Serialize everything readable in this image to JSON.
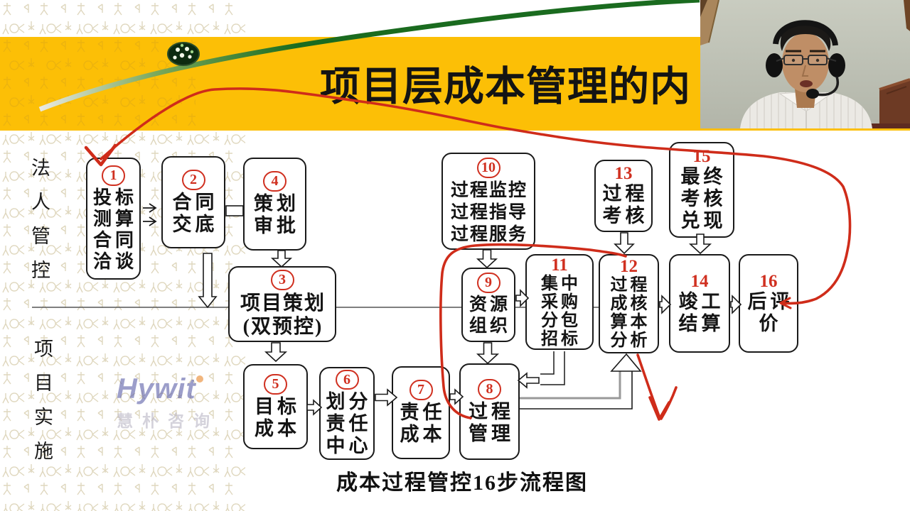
{
  "title": {
    "text": "项目层成本管理的内"
  },
  "zones": {
    "top_label": "法人管控",
    "bottom_label": "项目实施"
  },
  "caption": "成本过程管控16步流程图",
  "watermark": {
    "brand": "Hywit",
    "subtext": "慧朴咨询"
  },
  "flowchart": {
    "boxes": [
      {
        "step": "1",
        "circled": true,
        "lines": [
          "投标",
          "测算",
          "合同",
          "洽谈"
        ]
      },
      {
        "step": "2",
        "circled": true,
        "lines": [
          "合同",
          "交底"
        ]
      },
      {
        "step": "4",
        "circled": true,
        "lines": [
          "策划",
          "审批"
        ]
      },
      {
        "step": "3",
        "circled": true,
        "lines": [
          "项目策划",
          "(双预控)"
        ]
      },
      {
        "step": "5",
        "circled": true,
        "lines": [
          "目标",
          "成本"
        ]
      },
      {
        "step": "6",
        "circled": true,
        "lines": [
          "划分",
          "责任",
          "中心"
        ]
      },
      {
        "step": "7",
        "circled": true,
        "lines": [
          "责任",
          "成本"
        ]
      },
      {
        "step": "8",
        "circled": true,
        "lines": [
          "过程",
          "管理"
        ]
      },
      {
        "step": "10",
        "circled": true,
        "lines": [
          "过程监控",
          "过程指导",
          "过程服务"
        ]
      },
      {
        "step": "9",
        "circled": true,
        "lines": [
          "资源",
          "组织"
        ]
      },
      {
        "step": "11",
        "circled": false,
        "lines": [
          "集中",
          "采购",
          "分包",
          "招标"
        ]
      },
      {
        "step": "13",
        "circled": false,
        "lines": [
          "过程",
          "考核"
        ]
      },
      {
        "step": "15",
        "circled": false,
        "lines": [
          "最终",
          "考核",
          "兑现"
        ]
      },
      {
        "step": "12",
        "circled": false,
        "lines": [
          "过程",
          "成核",
          "算本",
          "分析"
        ]
      },
      {
        "step": "14",
        "circled": false,
        "lines": [
          "竣工",
          "结算"
        ]
      },
      {
        "step": "16",
        "circled": false,
        "lines": [
          "后评",
          "价"
        ]
      }
    ]
  },
  "colors": {
    "banner_yellow": "#fcbf06",
    "annotation_red": "#cf2c1a",
    "curve_green": "#1a6b1f",
    "step_number_red": "#d03020",
    "logo_blue": "#5b5ea7",
    "logo_orange": "#e8862a"
  }
}
